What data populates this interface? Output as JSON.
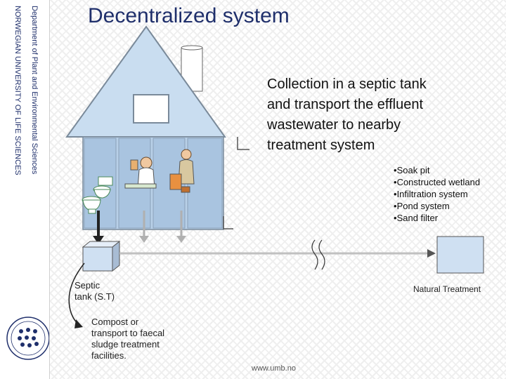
{
  "sidebar": {
    "department": "Department of Plant and Environmental Sciences",
    "university": "NORWEGIAN UNIVERSITY OF LIFE SCIENCES",
    "logo_icon": "university-seal-icon"
  },
  "slide": {
    "title": "Decentralized system",
    "collection_text": "Collection in a septic tank\nand transport the effluent\nwastewater  to nearby\ntreatment system",
    "treatment_options": [
      "Soak pit",
      "Constructed wetland",
      "Infiltration system",
      "Pond system",
      "Sand filter"
    ],
    "septic_label": "Septic\ntank (S.T)",
    "natural_label": "Natural Treatment",
    "compost_label": "Compost or\ntransport to faecal\nsludge treatment\nfacilities.",
    "website": "www.umb.no"
  },
  "colors": {
    "title": "#1f2f6b",
    "roof": "#c9ddf0",
    "walls": "#b8d0e8",
    "box": "#cfe0f2",
    "pipe": "#c0c0c0",
    "arrow": "#222222"
  }
}
